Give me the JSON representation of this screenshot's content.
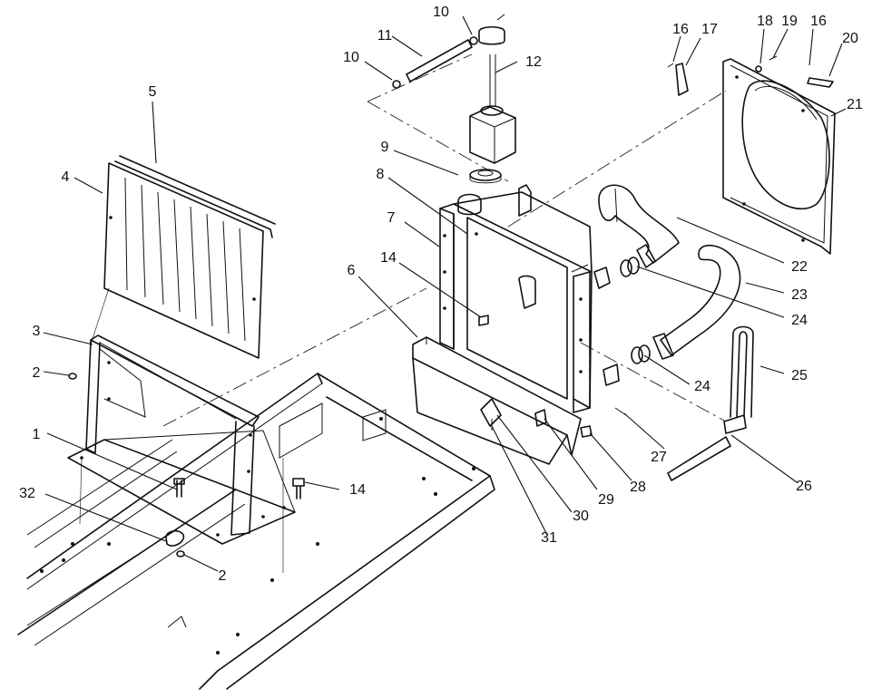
{
  "callouts": [
    "1",
    "2",
    "2",
    "3",
    "4",
    "5",
    "6",
    "7",
    "8",
    "9",
    "10",
    "10",
    "11",
    "12",
    "14",
    "14",
    "16",
    "16",
    "17",
    "18",
    "19",
    "20",
    "21",
    "22",
    "23",
    "24",
    "24",
    "25",
    "26",
    "27",
    "28",
    "29",
    "30",
    "31",
    "32"
  ]
}
